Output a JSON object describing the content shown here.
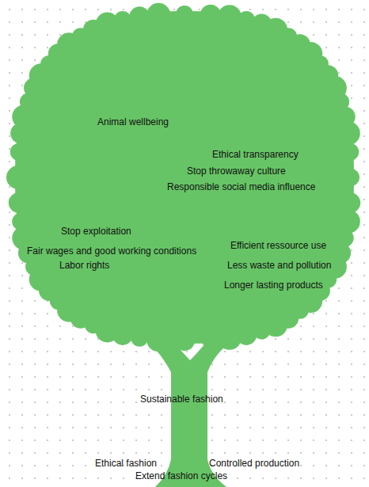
{
  "diagram": {
    "labels": [
      "Animal wellbeing",
      "Ethical transparency",
      "Stop throwaway culture",
      "Responsible social media influence",
      "Stop exploitation",
      "Fair wages and good working conditions",
      "Labor rights",
      "Efficient ressource use",
      "Less waste and pollution",
      "Longer lasting products",
      "Sustainable fashion",
      "Ethical fashion",
      "Controlled production",
      "Extend fashion cycles"
    ]
  }
}
